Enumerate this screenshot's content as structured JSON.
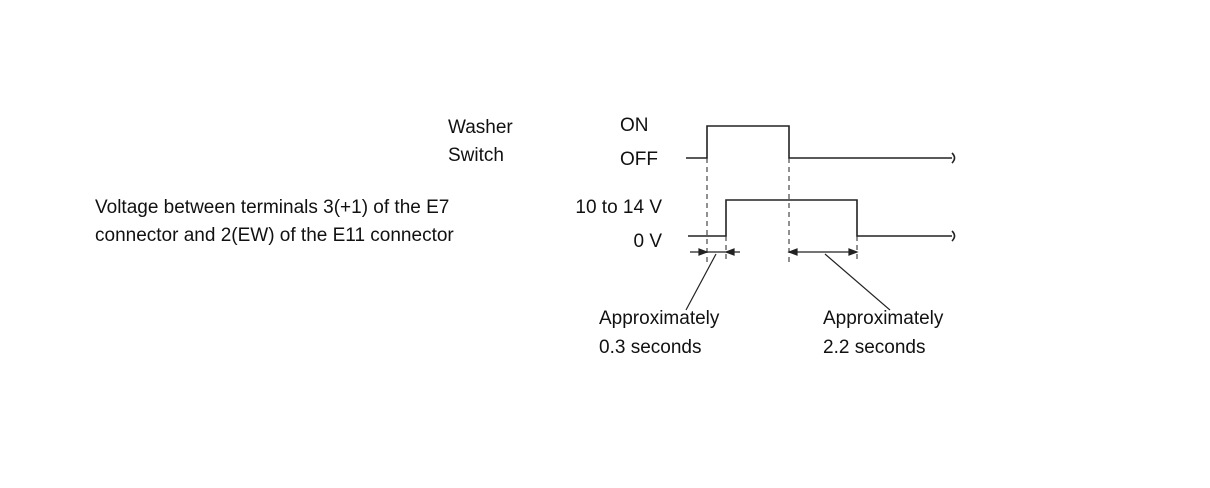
{
  "washer_switch": {
    "label_line1": "Washer",
    "label_line2": "Switch",
    "state_on": "ON",
    "state_off": "OFF"
  },
  "voltage_signal": {
    "label_line1": "Voltage between terminals 3(+1) of the E7",
    "label_line2": "connector and 2(EW) of the E11 connector",
    "level_high": "10 to 14 V",
    "level_low": "0 V"
  },
  "annotations": {
    "delay_on": {
      "line1": "Approximately",
      "line2": "0.3 seconds"
    },
    "delay_off": {
      "line1": "Approximately",
      "line2": "2.2 seconds"
    }
  },
  "colors": {
    "line": "#222222",
    "text": "#111111"
  }
}
